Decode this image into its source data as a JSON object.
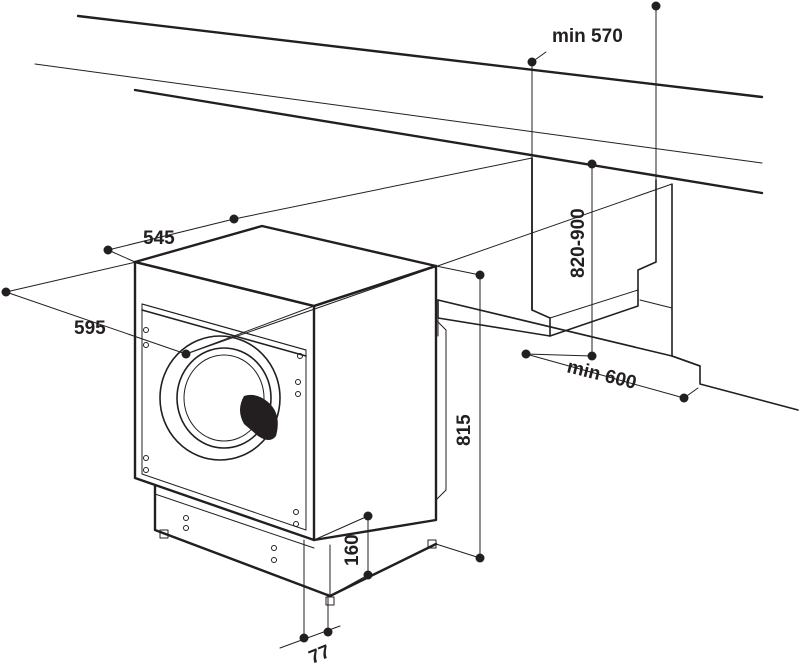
{
  "dimensions": {
    "depth": "545",
    "width": "595",
    "niche_depth_min": "min 570",
    "niche_height": "820-900",
    "niche_width_min": "min 600",
    "height": "815",
    "plinth_height": "160",
    "plinth_recess": "77"
  },
  "colors": {
    "ink": "#231f20",
    "paper": "#ffffff"
  }
}
